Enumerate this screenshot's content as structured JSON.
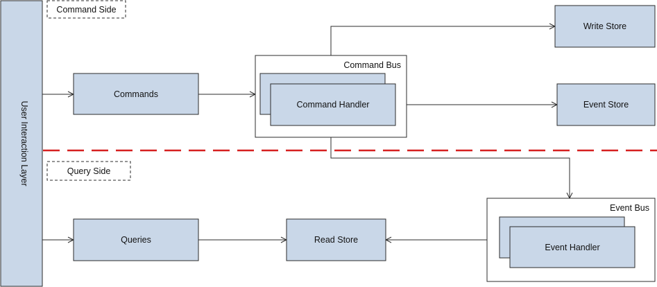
{
  "sides": {
    "command": "Command Side",
    "query": "Query Side"
  },
  "nodes": {
    "user_interaction_layer": "User Interaction Layer",
    "commands": "Commands",
    "command_bus": "Command Bus",
    "command_handler": "Command Handler",
    "write_store": "Write Store",
    "event_store": "Event Store",
    "queries": "Queries",
    "read_store": "Read Store",
    "event_bus": "Event Bus",
    "event_handler": "Event Handler"
  },
  "colors": {
    "node_fill": "#c9d7e8",
    "divider": "#d62020",
    "stroke": "#2b2b2b"
  }
}
